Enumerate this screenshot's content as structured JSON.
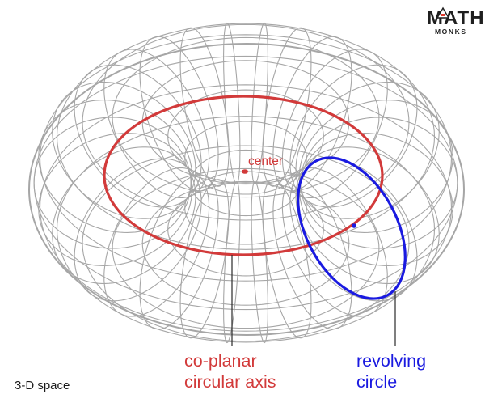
{
  "brand": {
    "logo_top": "MATH",
    "logo_bottom": "MONKS"
  },
  "labels": {
    "center": "center",
    "axis_line1": "co-planar",
    "axis_line2": "circular axis",
    "circle_line1": "revolving",
    "circle_line2": "circle",
    "space": "3-D space"
  },
  "colors": {
    "wireframe": "#a6a6a6",
    "axis": "#d23a3a",
    "revolving_circle": "#1a1ae0",
    "text": "#1a1a1a",
    "logo_accent": "#e23b2e"
  }
}
